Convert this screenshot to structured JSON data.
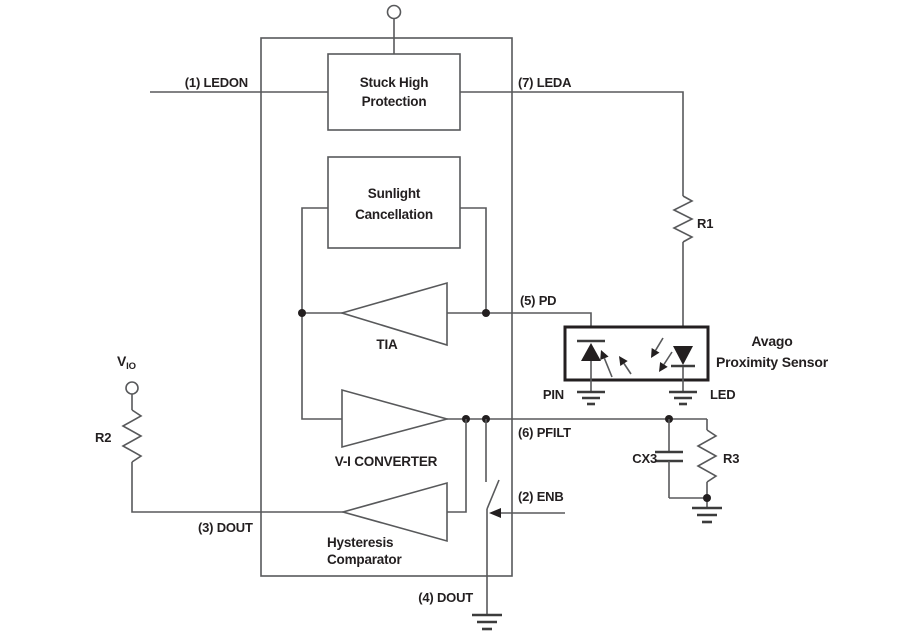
{
  "labels": {
    "pin1": "(1) LEDON",
    "pin2": "(2) ENB",
    "pin3": "(3) DOUT",
    "pin4": "(4) DOUT",
    "pin5": "(5) PD",
    "pin6": "(6) PFILT",
    "pin7": "(7) LEDA"
  },
  "blocks": {
    "stuck_high": {
      "line1": "Stuck High",
      "line2": "Protection"
    },
    "sunlight": {
      "line1": "Sunlight",
      "line2": "Cancellation"
    },
    "tia": "TIA",
    "vi_converter": "V-I CONVERTER",
    "hysteresis": {
      "line1": "Hysteresis",
      "line2": "Comparator"
    }
  },
  "components": {
    "r1": "R1",
    "r2": "R2",
    "r3": "R3",
    "cx3": "CX3",
    "vio": {
      "base": "V",
      "sub": "IO"
    },
    "pin_diode": "PIN",
    "led_diode": "LED"
  },
  "sensor": {
    "title_line1": "Avago",
    "title_line2": "Proximity Sensor"
  },
  "colors": {
    "wire": "#58595b",
    "text": "#231f20",
    "background": "#ffffff"
  }
}
